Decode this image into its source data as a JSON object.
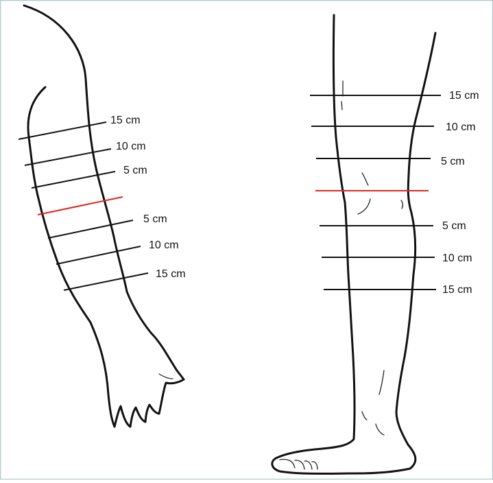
{
  "colors": {
    "outline": "#111111",
    "reference_line": "#e0251b",
    "measure_line": "#111111",
    "border": "#b7c6cc"
  },
  "arm": {
    "labels_above": [
      "15 cm",
      "10 cm",
      "5 cm"
    ],
    "labels_below": [
      "5 cm",
      "10 cm",
      "15 cm"
    ]
  },
  "leg": {
    "labels_above": [
      "15 cm",
      "10 cm",
      "5 cm"
    ],
    "labels_below": [
      "5 cm",
      "10 cm",
      "15 cm"
    ]
  }
}
